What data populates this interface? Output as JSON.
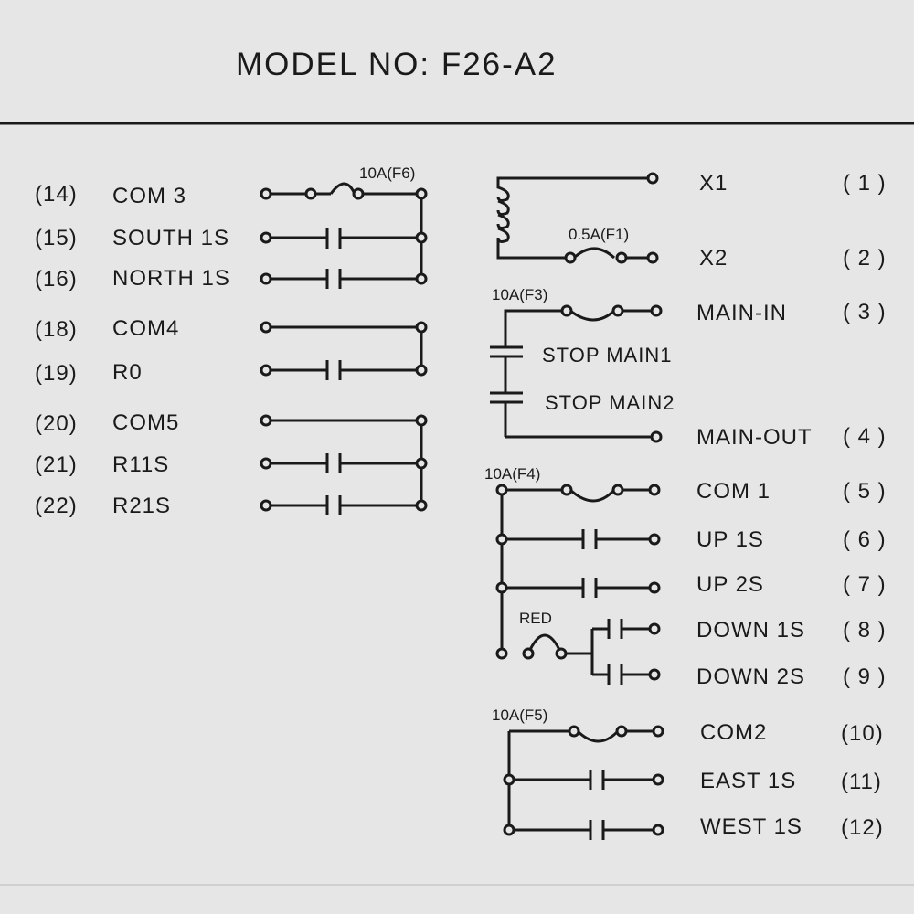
{
  "title": "MODEL NO:  F26-A2",
  "left": [
    {
      "pin": "(14)",
      "name": "COM 3"
    },
    {
      "pin": "(15)",
      "name": "SOUTH 1S"
    },
    {
      "pin": "(16)",
      "name": "NORTH 1S"
    },
    {
      "pin": "(18)",
      "name": "COM4"
    },
    {
      "pin": "(19)",
      "name": "R0"
    },
    {
      "pin": "(20)",
      "name": "COM5"
    },
    {
      "pin": "(21)",
      "name": "R11S"
    },
    {
      "pin": "(22)",
      "name": "R21S"
    }
  ],
  "right": [
    {
      "pin": "( 1 )",
      "name": "X1"
    },
    {
      "pin": "( 2 )",
      "name": "X2"
    },
    {
      "pin": "( 3 )",
      "name": "MAIN-IN"
    },
    {
      "pin": "( 4 )",
      "name": "MAIN-OUT"
    },
    {
      "pin": "( 5 )",
      "name": "COM 1"
    },
    {
      "pin": "( 6 )",
      "name": "UP  1S"
    },
    {
      "pin": "( 7 )",
      "name": "UP  2S"
    },
    {
      "pin": "( 8 )",
      "name": "DOWN 1S"
    },
    {
      "pin": "( 9 )",
      "name": "DOWN 2S"
    },
    {
      "pin": "(10)",
      "name": "COM2"
    },
    {
      "pin": "(11)",
      "name": "EAST 1S"
    },
    {
      "pin": "(12)",
      "name": "WEST 1S"
    }
  ],
  "fuses": {
    "f6": "10A(F6)",
    "f1": "0.5A(F1)",
    "f3": "10A(F3)",
    "f4": "10A(F4)",
    "f5": "10A(F5)",
    "red": "RED"
  },
  "contacts": {
    "stop1": "STOP MAIN1",
    "stop2": "STOP MAIN2"
  }
}
